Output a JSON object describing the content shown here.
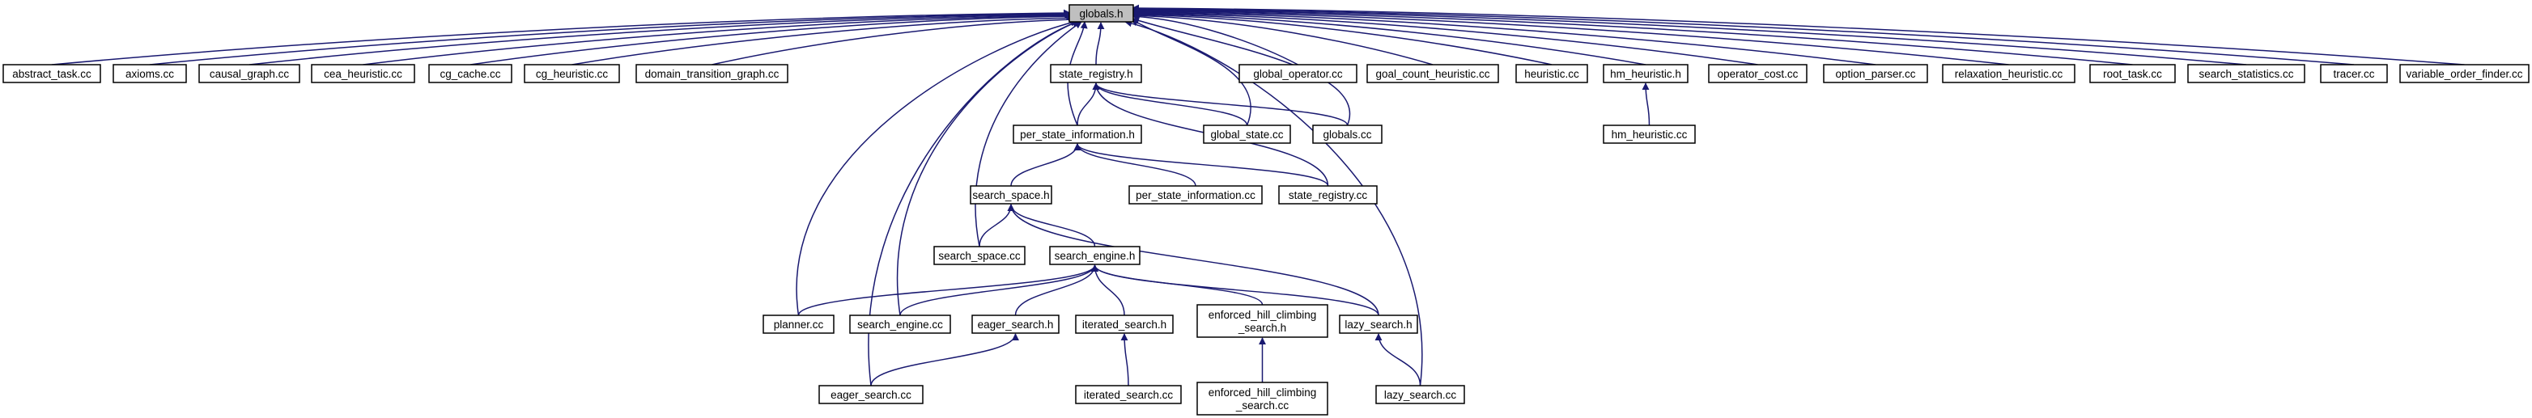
{
  "diagram": {
    "title": "",
    "colors": {
      "edge": "#191970",
      "node_border": "#000000",
      "node_fill": "#ffffff",
      "root_fill": "#bfbfbf",
      "background": "#ffffff"
    },
    "nodes": [
      {
        "id": "globals_h",
        "label": [
          "globals.h"
        ],
        "root": true
      },
      {
        "id": "abstract_task_cc",
        "label": [
          "abstract_task.cc"
        ]
      },
      {
        "id": "axioms_cc",
        "label": [
          "axioms.cc"
        ]
      },
      {
        "id": "causal_graph_cc",
        "label": [
          "causal_graph.cc"
        ]
      },
      {
        "id": "cea_heuristic_cc",
        "label": [
          "cea_heuristic.cc"
        ]
      },
      {
        "id": "cg_cache_cc",
        "label": [
          "cg_cache.cc"
        ]
      },
      {
        "id": "cg_heuristic_cc",
        "label": [
          "cg_heuristic.cc"
        ]
      },
      {
        "id": "domain_transition_graph_cc",
        "label": [
          "domain_transition_graph.cc"
        ]
      },
      {
        "id": "state_registry_h",
        "label": [
          "state_registry.h"
        ]
      },
      {
        "id": "global_operator_cc",
        "label": [
          "global_operator.cc"
        ]
      },
      {
        "id": "goal_count_heuristic_cc",
        "label": [
          "goal_count_heuristic.cc"
        ]
      },
      {
        "id": "heuristic_cc",
        "label": [
          "heuristic.cc"
        ]
      },
      {
        "id": "hm_heuristic_h",
        "label": [
          "hm_heuristic.h"
        ]
      },
      {
        "id": "operator_cost_cc",
        "label": [
          "operator_cost.cc"
        ]
      },
      {
        "id": "option_parser_cc",
        "label": [
          "option_parser.cc"
        ]
      },
      {
        "id": "relaxation_heuristic_cc",
        "label": [
          "relaxation_heuristic.cc"
        ]
      },
      {
        "id": "root_task_cc",
        "label": [
          "root_task.cc"
        ]
      },
      {
        "id": "search_statistics_cc",
        "label": [
          "search_statistics.cc"
        ]
      },
      {
        "id": "tracer_cc",
        "label": [
          "tracer.cc"
        ]
      },
      {
        "id": "variable_order_finder_cc",
        "label": [
          "variable_order_finder.cc"
        ]
      },
      {
        "id": "per_state_information_h",
        "label": [
          "per_state_information.h"
        ]
      },
      {
        "id": "global_state_cc",
        "label": [
          "global_state.cc"
        ]
      },
      {
        "id": "globals_cc",
        "label": [
          "globals.cc"
        ]
      },
      {
        "id": "hm_heuristic_cc",
        "label": [
          "hm_heuristic.cc"
        ]
      },
      {
        "id": "search_space_h",
        "label": [
          "search_space.h"
        ]
      },
      {
        "id": "per_state_information_cc",
        "label": [
          "per_state_information.cc"
        ]
      },
      {
        "id": "state_registry_cc",
        "label": [
          "state_registry.cc"
        ]
      },
      {
        "id": "search_space_cc",
        "label": [
          "search_space.cc"
        ]
      },
      {
        "id": "search_engine_h",
        "label": [
          "search_engine.h"
        ]
      },
      {
        "id": "planner_cc",
        "label": [
          "planner.cc"
        ]
      },
      {
        "id": "search_engine_cc",
        "label": [
          "search_engine.cc"
        ]
      },
      {
        "id": "eager_search_h",
        "label": [
          "eager_search.h"
        ]
      },
      {
        "id": "iterated_search_h",
        "label": [
          "iterated_search.h"
        ]
      },
      {
        "id": "enforced_hill_climbing_search_h",
        "label": [
          "enforced_hill_climbing",
          "_search.h"
        ]
      },
      {
        "id": "lazy_search_h",
        "label": [
          "lazy_search.h"
        ]
      },
      {
        "id": "eager_search_cc",
        "label": [
          "eager_search.cc"
        ]
      },
      {
        "id": "iterated_search_cc",
        "label": [
          "iterated_search.cc"
        ]
      },
      {
        "id": "enforced_hill_climbing_search_cc",
        "label": [
          "enforced_hill_climbing",
          "_search.cc"
        ]
      },
      {
        "id": "lazy_search_cc",
        "label": [
          "lazy_search.cc"
        ]
      }
    ],
    "edges": [
      [
        "abstract_task_cc",
        "globals_h"
      ],
      [
        "axioms_cc",
        "globals_h"
      ],
      [
        "causal_graph_cc",
        "globals_h"
      ],
      [
        "cea_heuristic_cc",
        "globals_h"
      ],
      [
        "cg_cache_cc",
        "globals_h"
      ],
      [
        "cg_heuristic_cc",
        "globals_h"
      ],
      [
        "domain_transition_graph_cc",
        "globals_h"
      ],
      [
        "state_registry_h",
        "globals_h"
      ],
      [
        "global_operator_cc",
        "globals_h"
      ],
      [
        "goal_count_heuristic_cc",
        "globals_h"
      ],
      [
        "heuristic_cc",
        "globals_h"
      ],
      [
        "hm_heuristic_h",
        "globals_h"
      ],
      [
        "operator_cost_cc",
        "globals_h"
      ],
      [
        "option_parser_cc",
        "globals_h"
      ],
      [
        "relaxation_heuristic_cc",
        "globals_h"
      ],
      [
        "root_task_cc",
        "globals_h"
      ],
      [
        "search_statistics_cc",
        "globals_h"
      ],
      [
        "tracer_cc",
        "globals_h"
      ],
      [
        "variable_order_finder_cc",
        "globals_h"
      ],
      [
        "global_state_cc",
        "globals_h"
      ],
      [
        "globals_cc",
        "globals_h"
      ],
      [
        "per_state_information_h",
        "globals_h"
      ],
      [
        "search_space_cc",
        "globals_h"
      ],
      [
        "planner_cc",
        "globals_h"
      ],
      [
        "search_engine_cc",
        "globals_h"
      ],
      [
        "eager_search_cc",
        "globals_h"
      ],
      [
        "lazy_search_cc",
        "globals_h"
      ],
      [
        "per_state_information_h",
        "state_registry_h"
      ],
      [
        "global_state_cc",
        "state_registry_h"
      ],
      [
        "globals_cc",
        "state_registry_h"
      ],
      [
        "state_registry_cc",
        "state_registry_h"
      ],
      [
        "hm_heuristic_cc",
        "hm_heuristic_h"
      ],
      [
        "search_space_h",
        "per_state_information_h"
      ],
      [
        "per_state_information_cc",
        "per_state_information_h"
      ],
      [
        "state_registry_cc",
        "per_state_information_h"
      ],
      [
        "search_space_cc",
        "search_space_h"
      ],
      [
        "search_engine_h",
        "search_space_h"
      ],
      [
        "lazy_search_h",
        "search_space_h"
      ],
      [
        "planner_cc",
        "search_engine_h"
      ],
      [
        "search_engine_cc",
        "search_engine_h"
      ],
      [
        "eager_search_h",
        "search_engine_h"
      ],
      [
        "iterated_search_h",
        "search_engine_h"
      ],
      [
        "enforced_hill_climbing_search_h",
        "search_engine_h"
      ],
      [
        "lazy_search_h",
        "search_engine_h"
      ],
      [
        "eager_search_cc",
        "eager_search_h"
      ],
      [
        "iterated_search_cc",
        "iterated_search_h"
      ],
      [
        "enforced_hill_climbing_search_cc",
        "enforced_hill_climbing_search_h"
      ],
      [
        "lazy_search_cc",
        "lazy_search_h"
      ]
    ]
  }
}
